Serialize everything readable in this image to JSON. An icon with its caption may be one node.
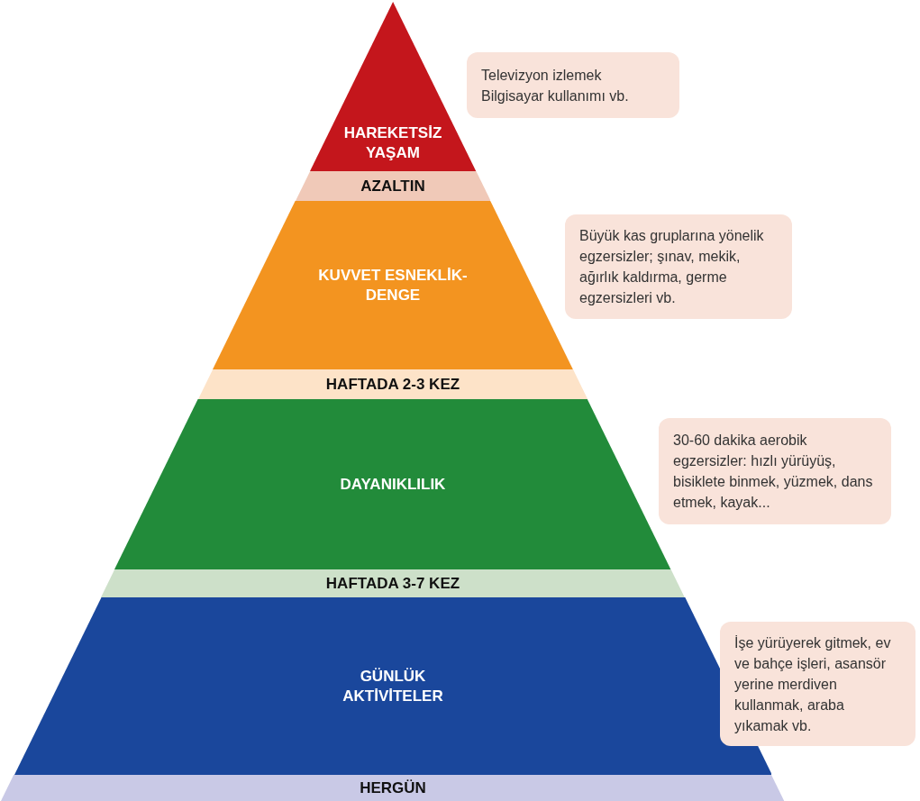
{
  "diagram": {
    "nodes": [
      {
        "text": [
          "HAREKETSİZ YAŞAM"
        ]
      },
      {
        "text": [
          "AZALTIN"
        ]
      },
      {
        "text": [
          "KUVVET ESNEKLİK-DENGE"
        ]
      },
      {
        "text": [
          "HAFTADA 2-3 KEZ"
        ]
      },
      {
        "text": [
          "DAYANIKLILIK"
        ]
      },
      {
        "text": [
          "HAFTADA 3-7 KEZ"
        ]
      },
      {
        "text": [
          "GÜNLÜK AKTİVİTELER"
        ]
      },
      {
        "text": [
          "HERGÜN"
        ]
      },
      {
        "text": [
          "Televizyon izlemek Bilgisayar kullanımı vb."
        ]
      },
      {
        "text": [
          "Büyük kas gruplarına yönelik egzersizler; şınav, mekik, ağırlık kaldırma, germe egzersizleri vb."
        ]
      },
      {
        "text": [
          "30-60 dakika aerobik egzersizler: hızlı yürüyüş, bisiklete binmek, yüzmek, dans etmek, kayak..."
        ]
      },
      {
        "text": [
          "İşe yürüyerek gitmek, ev ve bahçe işleri, asansör yerine merdiven kullanmak, araba yıkamak vb."
        ]
      }
    ]
  }
}
